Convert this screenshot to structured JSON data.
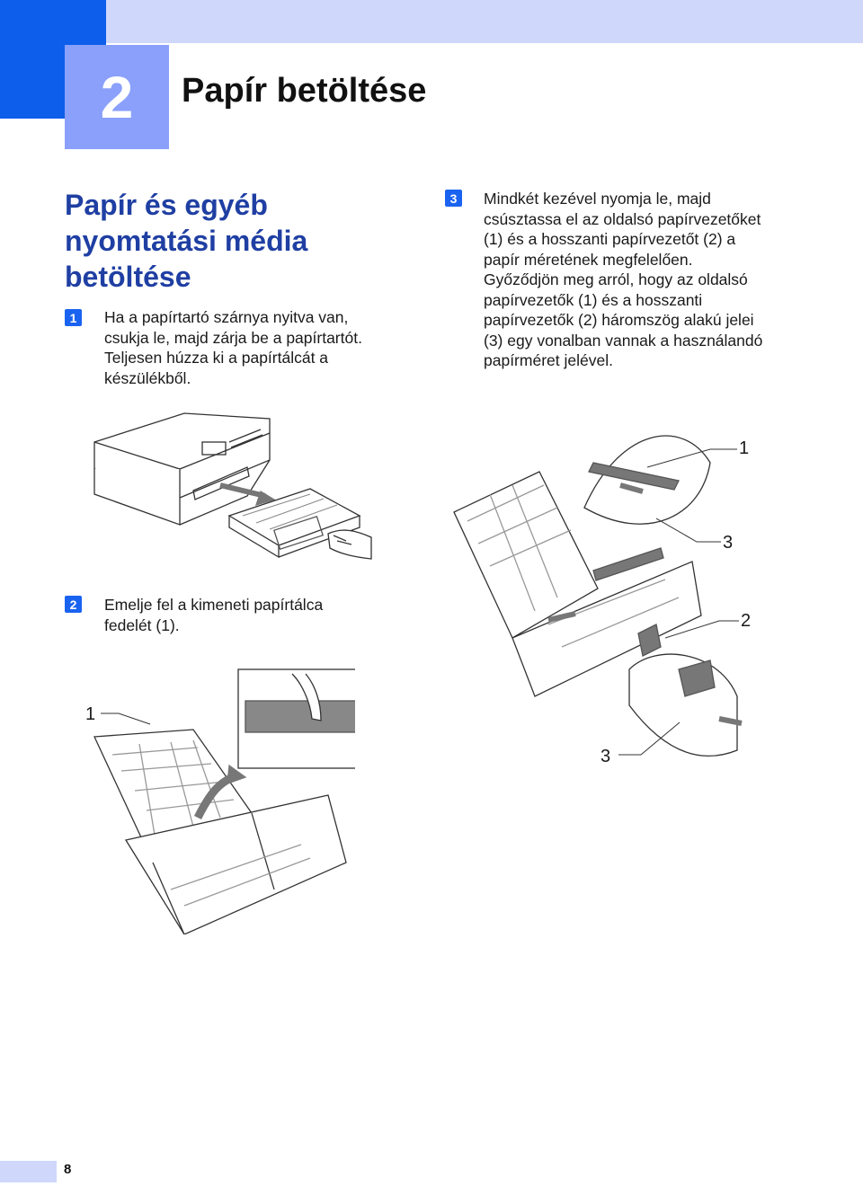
{
  "header": {
    "chapter_number": "2",
    "chapter_title": "Papír betöltése"
  },
  "section": {
    "title": "Papír és egyéb nyomtatási média betöltése"
  },
  "steps": [
    {
      "badge": "1",
      "text": "Ha a papírtartó szárnya nyitva van, csukja le, majd zárja be a papírtartót. Teljesen húzza ki a papírtálcát a készülékből."
    },
    {
      "badge": "2",
      "text": "Emelje fel a kimeneti papírtálca fedelét (1)."
    },
    {
      "badge": "3",
      "text": "Mindkét kezével nyomja le, majd csúsztassa el az oldalsó papírvezetőket (1) és a hosszanti papírvezetőt (2) a papír méretének megfelelően. Győződjön meg arról, hogy az oldalsó papírvezetők (1) és a hosszanti papírvezetők (2) háromszög alakú jelei (3) egy vonalban vannak a használandó papírméret jelével."
    }
  ],
  "figure2": {
    "callout_1": "1"
  },
  "figure3": {
    "callout_1": "1",
    "callout_3_top": "3",
    "callout_2": "2",
    "callout_3_bottom": "3"
  },
  "footer": {
    "page_number": "8"
  },
  "colors": {
    "accent_blue": "#0d5eea",
    "light_blue": "#cfd7fb",
    "box_blue": "#8aa0fb",
    "title_blue": "#1f3fa3"
  }
}
